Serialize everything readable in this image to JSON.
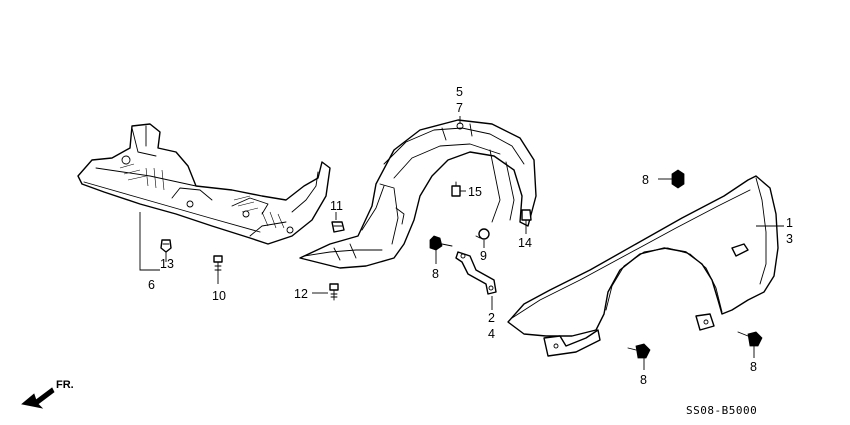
{
  "callouts": {
    "c1": "1",
    "c2": "2",
    "c3": "3",
    "c4": "4",
    "c5": "5",
    "c6": "6",
    "c7": "7",
    "c8_top": "8",
    "c8_inner": "8",
    "c8_bottom": "8",
    "c8_right": "8",
    "c9": "9",
    "c10": "10",
    "c11": "11",
    "c12": "12",
    "c13": "13",
    "c14": "14",
    "c15": "15"
  },
  "direction_label": "FR.",
  "diagram_code": "SS08-B5000"
}
